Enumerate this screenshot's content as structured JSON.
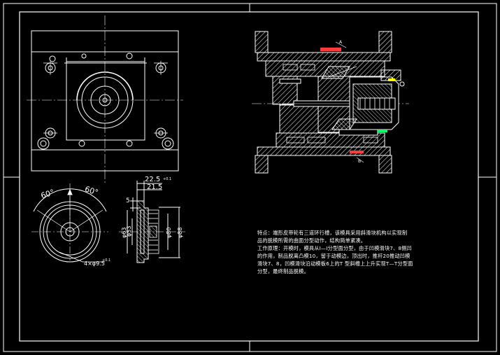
{
  "colors": {
    "background": "#000000",
    "line": "#ffffff",
    "hatch": "#ffffff",
    "accent_red": "#ff3b3b",
    "accent_yellow": "#ffff00",
    "accent_green": "#00ff66"
  },
  "dimensions": {
    "angle_left": "60°",
    "angle_right": "60°",
    "width_top": "22.5",
    "width_top_tol": "+0.1",
    "width_second": "21.5",
    "height_small": "5",
    "dia_63": "φ63",
    "dia_53": "φ53",
    "dia_80": "φ80",
    "dia_88": "φ88",
    "thread": "4×φ9.5",
    "thread_tol": "+0.1"
  },
  "labels": {
    "top_mark": "A",
    "bottom_mark": "B"
  },
  "notes": {
    "lines": [
      "特点：端形皮带轮有三道环行槽，该模具采用斜滑块机构以实现制",
      "品的脱模所需的曲面分型动作，结构简单紧凑。",
      "工作原理：开模时，模具从Ⅰ—Ⅰ分型面分型，由于凹模滑块7、8侧凹",
      "的作用，制品脱离凸模10，留于动模边，顶出时，推杆20推动凹模",
      "滑块7、8，凹模滑块沿动模板6上的T 型斜槽上上升实现T—T分型面",
      "分型，最终制品脱模。"
    ]
  }
}
